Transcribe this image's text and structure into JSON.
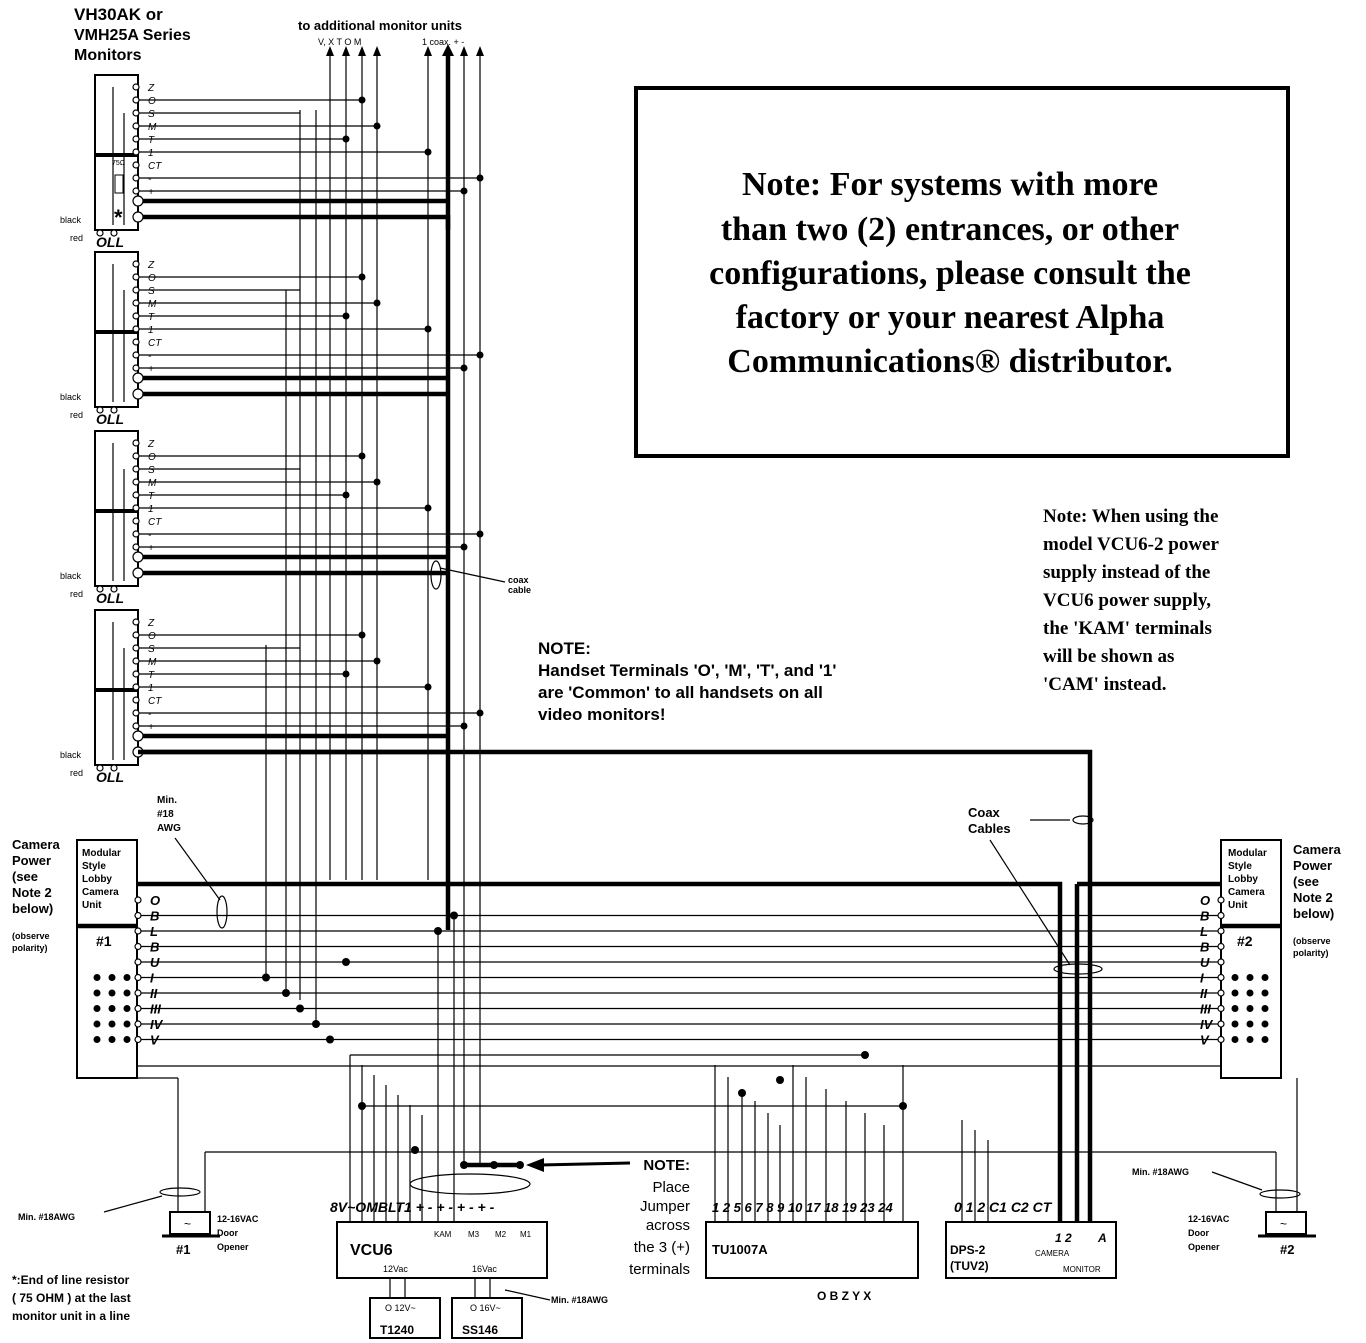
{
  "header": {
    "monitors_title": "VH30AK or",
    "monitors_line2": "VMH25A Series",
    "monitors_line3": "Monitors",
    "additional": "to additional monitor units",
    "add_labels_left": "V, X T  O  M",
    "add_labels_right": "1 coax. +  -"
  },
  "monitor_terminals": [
    "Z",
    "O",
    "S",
    "M",
    "T",
    "1",
    "CT",
    "-",
    "+"
  ],
  "monitor_labels": {
    "black": "black",
    "red": "red",
    "oll": "OLL",
    "resistor": "75Ω",
    "asterisk": "*"
  },
  "note_box": {
    "line1": "Note: For systems with more",
    "line2": "than two (2) entrances,  or other",
    "line3": "configurations, please consult the",
    "line4": "factory or your nearest Alpha",
    "line5": "Communications® distributor."
  },
  "vcu_note": {
    "line1": "Note: When using the",
    "line2": "model VCU6-2 power",
    "line3": "supply instead of the",
    "line4": "VCU6 power supply,",
    "line5": "the 'KAM' terminals",
    "line6": "will   be   shown   as",
    "line7": "'CAM' instead."
  },
  "handset_note": {
    "line1": "NOTE:",
    "line2": "Handset Terminals 'O', 'M', 'T', and '1'",
    "line3": "are 'Common' to all handsets on all",
    "line4": "video monitors!"
  },
  "coax_cable": {
    "line1": "coax",
    "line2": "cable"
  },
  "min18_top": {
    "line1": "Min.",
    "line2": "#18",
    "line3": "AWG"
  },
  "coax_cables": {
    "line1": "Coax",
    "line2": "Cables"
  },
  "camera_left": {
    "power": [
      "Camera",
      "Power",
      "(see",
      "Note 2",
      "below)"
    ],
    "polarity": [
      "(observe",
      " polarity)"
    ],
    "unit": [
      "Modular",
      "Style",
      "Lobby",
      "Camera",
      "Unit"
    ],
    "number": "#1"
  },
  "camera_right": {
    "power": [
      "Camera",
      "Power",
      "(see",
      "Note 2",
      "below)"
    ],
    "polarity": [
      "(observe",
      " polarity)"
    ],
    "unit": [
      "Modular",
      "Style",
      "Lobby",
      "Camera",
      "Unit"
    ],
    "number": "#2"
  },
  "camera_terminals": [
    "O",
    "B",
    "L",
    "B",
    "U",
    "I",
    "II",
    "III",
    "IV",
    "V"
  ],
  "vcu6": {
    "name": "VCU6",
    "terminals": "8V~OMBLT1 + -  + -  + -  + -",
    "sub_labels": [
      "KAM",
      "M3",
      "M2",
      "M1"
    ],
    "ac12": "12Vac",
    "ac16": "16Vac"
  },
  "jumper_note": {
    "line1": "NOTE:",
    "line2": "Place",
    "line3": "Jumper",
    "line4": "across",
    "line5": "the 3 (+)",
    "line6": "terminals"
  },
  "tu1007a": {
    "name": "TU1007A",
    "terminals": "1 2 5 6 7 8 9 10 17 18 19 23 24",
    "bottom": "O  B  Z  Y  X"
  },
  "dps2": {
    "name": "DPS-2",
    "sub": "(TUV2)",
    "terminals": "0 1 2 C1 C2 CT",
    "camera_nums": "1  2",
    "a": "A",
    "camera": "CAMERA",
    "monitor": "MONITOR"
  },
  "transformers": {
    "t1240": "T1240",
    "t1240_label": "O 12V~",
    "ss146": "SS146",
    "ss146_label": "O 16V~"
  },
  "door_left": {
    "min": "Min. #18AWG",
    "spec": [
      "12-16VAC",
      "Door",
      "Opener"
    ],
    "num": "#1",
    "symbol": "~"
  },
  "door_right": {
    "min": "Min. #18AWG",
    "spec": [
      "12-16VAC",
      "Door",
      "Opener"
    ],
    "num": "#2",
    "symbol": "~"
  },
  "min18_bottom": "Min. #18AWG",
  "eol": {
    "line1": "*:End of line resistor",
    "line2": "( 75 OHM ) at the last",
    "line3": "monitor unit in a line"
  }
}
